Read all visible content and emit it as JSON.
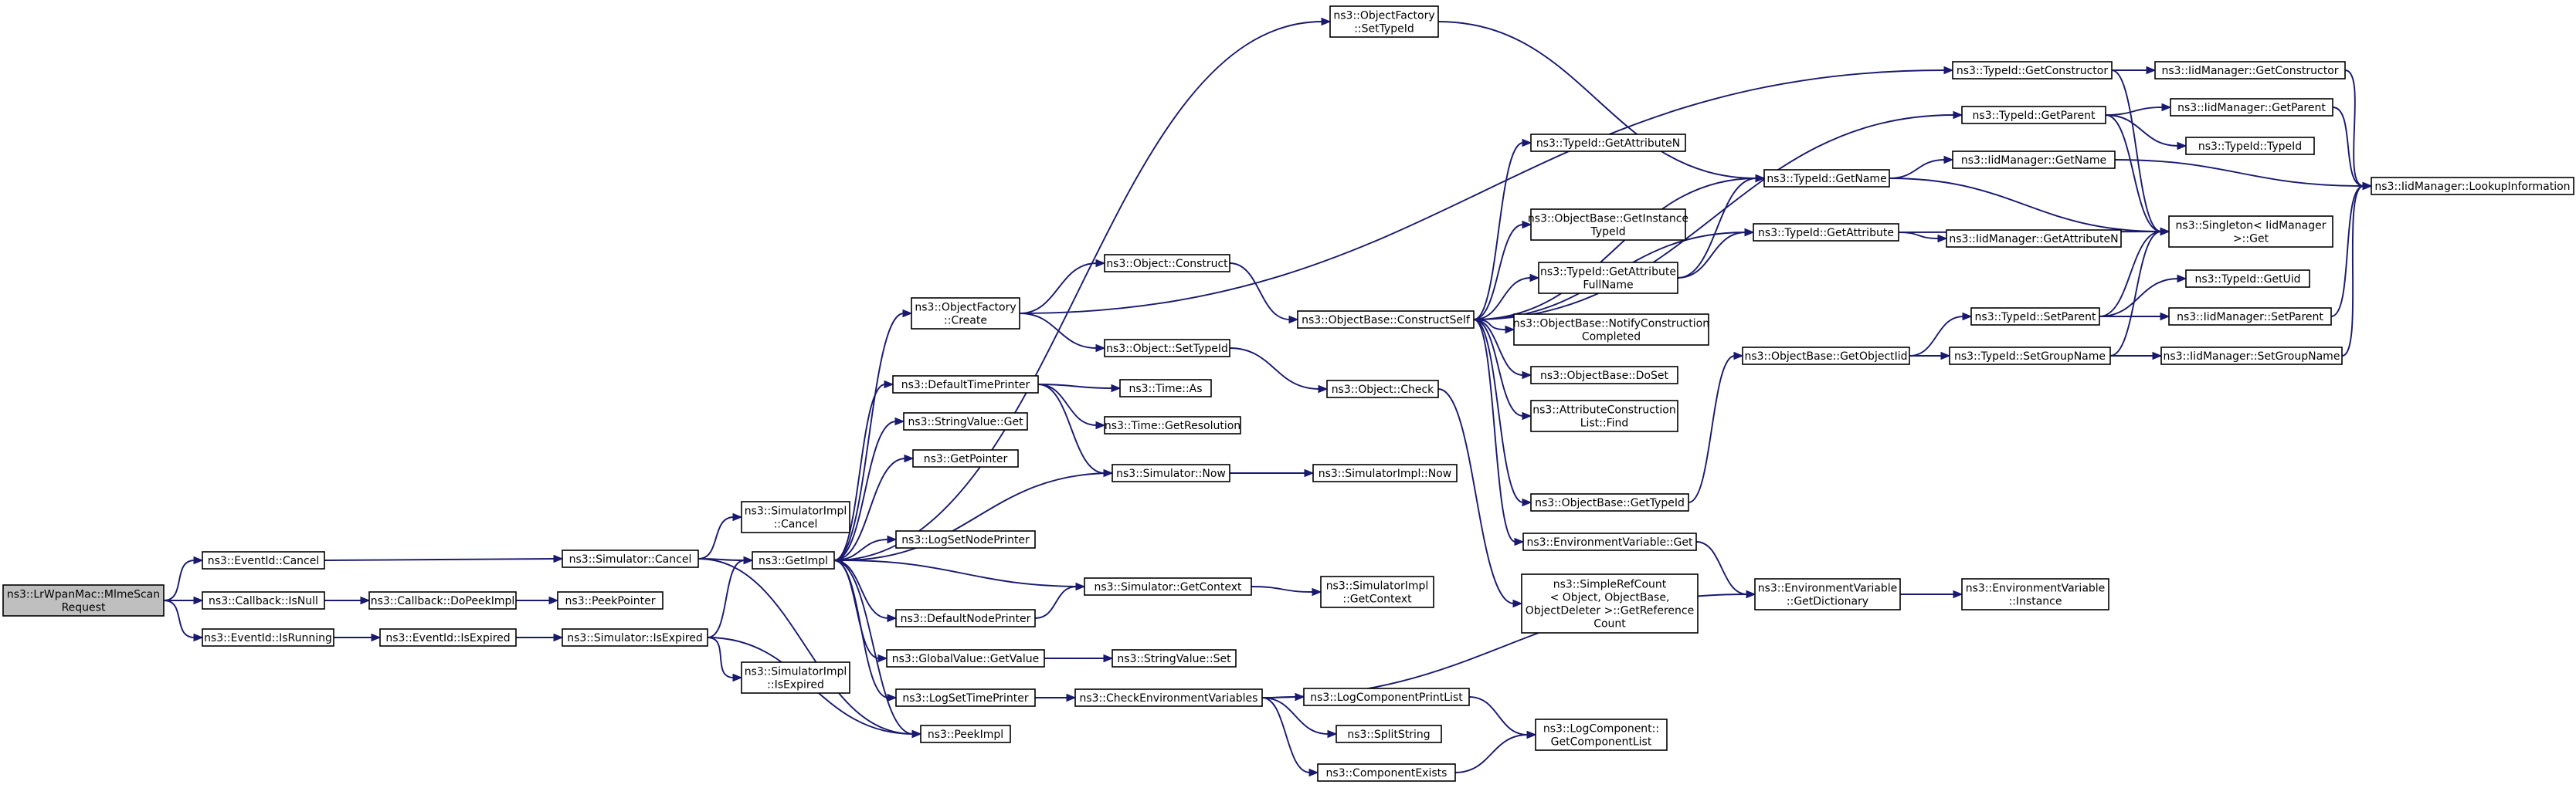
{
  "graph": {
    "nodes": [
      {
        "id": "mlme",
        "lines": [
          "ns3::LrWpanMac::MlmeScan",
          "Request"
        ],
        "highlight": true
      },
      {
        "id": "ev_cancel",
        "lines": [
          "ns3::EventId::Cancel"
        ]
      },
      {
        "id": "cb_isnull",
        "lines": [
          "ns3::Callback::IsNull"
        ]
      },
      {
        "id": "ev_isrunning",
        "lines": [
          "ns3::EventId::IsRunning"
        ]
      },
      {
        "id": "cb_dopeek",
        "lines": [
          "ns3::Callback::DoPeekImpl"
        ]
      },
      {
        "id": "ev_isexpired",
        "lines": [
          "ns3::EventId::IsExpired"
        ]
      },
      {
        "id": "peekpointer",
        "lines": [
          "ns3::PeekPointer"
        ]
      },
      {
        "id": "sim_cancel",
        "lines": [
          "ns3::Simulator::Cancel"
        ]
      },
      {
        "id": "sim_isexpired",
        "lines": [
          "ns3::Simulator::IsExpired"
        ]
      },
      {
        "id": "simimpl_cancel",
        "lines": [
          "ns3::SimulatorImpl",
          "::Cancel"
        ]
      },
      {
        "id": "simimpl_isexpired",
        "lines": [
          "ns3::SimulatorImpl",
          "::IsExpired"
        ]
      },
      {
        "id": "getimpl",
        "lines": [
          "ns3::GetImpl"
        ]
      },
      {
        "id": "peekimpl",
        "lines": [
          "ns3::PeekImpl"
        ]
      },
      {
        "id": "of_create",
        "lines": [
          "ns3::ObjectFactory",
          "::Create"
        ]
      },
      {
        "id": "defaulttimeprinter",
        "lines": [
          "ns3::DefaultTimePrinter"
        ]
      },
      {
        "id": "stringvalue_get",
        "lines": [
          "ns3::StringValue::Get"
        ]
      },
      {
        "id": "getpointer",
        "lines": [
          "ns3::GetPointer"
        ]
      },
      {
        "id": "logsetnodeprinter",
        "lines": [
          "ns3::LogSetNodePrinter"
        ]
      },
      {
        "id": "defaultnodeprinter",
        "lines": [
          "ns3::DefaultNodePrinter"
        ]
      },
      {
        "id": "globalvalue_getvalue",
        "lines": [
          "ns3::GlobalValue::GetValue"
        ]
      },
      {
        "id": "logsettimeprinter",
        "lines": [
          "ns3::LogSetTimePrinter"
        ]
      },
      {
        "id": "of_settypeid",
        "lines": [
          "ns3::ObjectFactory",
          "::SetTypeId"
        ]
      },
      {
        "id": "obj_construct",
        "lines": [
          "ns3::Object::Construct"
        ]
      },
      {
        "id": "obj_settypeid",
        "lines": [
          "ns3::Object::SetTypeId"
        ]
      },
      {
        "id": "time_as",
        "lines": [
          "ns3::Time::As"
        ]
      },
      {
        "id": "time_getres",
        "lines": [
          "ns3::Time::GetResolution"
        ]
      },
      {
        "id": "sim_now",
        "lines": [
          "ns3::Simulator::Now"
        ]
      },
      {
        "id": "sim_getcontext",
        "lines": [
          "ns3::Simulator::GetContext"
        ]
      },
      {
        "id": "stringvalue_set",
        "lines": [
          "ns3::StringValue::Set"
        ]
      },
      {
        "id": "checkenv",
        "lines": [
          "ns3::CheckEnvironmentVariables"
        ]
      },
      {
        "id": "simimpl_now",
        "lines": [
          "ns3::SimulatorImpl::Now"
        ]
      },
      {
        "id": "simimpl_getcontext",
        "lines": [
          "ns3::SimulatorImpl",
          "::GetContext"
        ]
      },
      {
        "id": "ob_constructself",
        "lines": [
          "ns3::ObjectBase::ConstructSelf"
        ]
      },
      {
        "id": "obj_check",
        "lines": [
          "ns3::Object::Check"
        ]
      },
      {
        "id": "typeid_getattributen",
        "lines": [
          "ns3::TypeId::GetAttributeN"
        ]
      },
      {
        "id": "ob_getinstancetypeid",
        "lines": [
          "ns3::ObjectBase::GetInstance",
          "TypeId"
        ]
      },
      {
        "id": "typeid_getattrfullname",
        "lines": [
          "ns3::TypeId::GetAttribute",
          "FullName"
        ]
      },
      {
        "id": "ob_notifyconstruction",
        "lines": [
          "ns3::ObjectBase::NotifyConstruction",
          "Completed"
        ]
      },
      {
        "id": "ob_doset",
        "lines": [
          "ns3::ObjectBase::DoSet"
        ]
      },
      {
        "id": "attrconstructionlist_find",
        "lines": [
          "ns3::AttributeConstruction",
          "List::Find"
        ]
      },
      {
        "id": "ob_gettypeid",
        "lines": [
          "ns3::ObjectBase::GetTypeId"
        ]
      },
      {
        "id": "envvar_get",
        "lines": [
          "ns3::EnvironmentVariable::Get"
        ]
      },
      {
        "id": "simplerefcount",
        "lines": [
          "ns3::SimpleRefCount",
          "< Object, ObjectBase,",
          "ObjectDeleter >::GetReference",
          "Count"
        ]
      },
      {
        "id": "logcomponentprintlist",
        "lines": [
          "ns3::LogComponentPrintList"
        ]
      },
      {
        "id": "splitstring",
        "lines": [
          "ns3::SplitString"
        ]
      },
      {
        "id": "componentexists",
        "lines": [
          "ns3::ComponentExists"
        ]
      },
      {
        "id": "typeid_getname",
        "lines": [
          "ns3::TypeId::GetName"
        ]
      },
      {
        "id": "typeid_getattribute",
        "lines": [
          "ns3::TypeId::GetAttribute"
        ]
      },
      {
        "id": "ob_getobjectiid",
        "lines": [
          "ns3::ObjectBase::GetObjectIid"
        ]
      },
      {
        "id": "envvar_getdict",
        "lines": [
          "ns3::EnvironmentVariable",
          "::GetDictionary"
        ]
      },
      {
        "id": "logcomponent_getlist",
        "lines": [
          "ns3::LogComponent::",
          "GetComponentList"
        ]
      },
      {
        "id": "typeid_getconstructor",
        "lines": [
          "ns3::TypeId::GetConstructor"
        ]
      },
      {
        "id": "typeid_getparent",
        "lines": [
          "ns3::TypeId::GetParent"
        ]
      },
      {
        "id": "iid_getname",
        "lines": [
          "ns3::IidManager::GetName"
        ]
      },
      {
        "id": "iid_getattributen",
        "lines": [
          "ns3::IidManager::GetAttributeN"
        ]
      },
      {
        "id": "typeid_setparent",
        "lines": [
          "ns3::TypeId::SetParent"
        ]
      },
      {
        "id": "typeid_setgroupname",
        "lines": [
          "ns3::TypeId::SetGroupName"
        ]
      },
      {
        "id": "envvar_instance",
        "lines": [
          "ns3::EnvironmentVariable",
          "::Instance"
        ]
      },
      {
        "id": "iid_getconstructor",
        "lines": [
          "ns3::IidManager::GetConstructor"
        ]
      },
      {
        "id": "iid_getparent",
        "lines": [
          "ns3::IidManager::GetParent"
        ]
      },
      {
        "id": "typeid_typeid",
        "lines": [
          "ns3::TypeId::TypeId"
        ]
      },
      {
        "id": "singleton_get",
        "lines": [
          "ns3::Singleton< IidManager",
          " >::Get"
        ]
      },
      {
        "id": "typeid_getuid",
        "lines": [
          "ns3::TypeId::GetUid"
        ]
      },
      {
        "id": "iid_setparent",
        "lines": [
          "ns3::IidManager::SetParent"
        ]
      },
      {
        "id": "iid_setgroupname",
        "lines": [
          "ns3::IidManager::SetGroupName"
        ]
      },
      {
        "id": "iid_lookupinfo",
        "lines": [
          "ns3::IidManager::LookupInformation"
        ]
      }
    ],
    "edges": [
      [
        "mlme",
        "ev_cancel"
      ],
      [
        "mlme",
        "cb_isnull"
      ],
      [
        "mlme",
        "ev_isrunning"
      ],
      [
        "ev_cancel",
        "sim_cancel"
      ],
      [
        "cb_isnull",
        "cb_dopeek"
      ],
      [
        "cb_dopeek",
        "peekpointer"
      ],
      [
        "ev_isrunning",
        "ev_isexpired"
      ],
      [
        "ev_isexpired",
        "sim_isexpired"
      ],
      [
        "sim_cancel",
        "simimpl_cancel"
      ],
      [
        "sim_cancel",
        "getimpl"
      ],
      [
        "sim_cancel",
        "peekimpl"
      ],
      [
        "sim_isexpired",
        "getimpl"
      ],
      [
        "sim_isexpired",
        "simimpl_isexpired"
      ],
      [
        "sim_isexpired",
        "peekimpl"
      ],
      [
        "getimpl",
        "of_create"
      ],
      [
        "getimpl",
        "defaulttimeprinter"
      ],
      [
        "getimpl",
        "stringvalue_get"
      ],
      [
        "getimpl",
        "getpointer"
      ],
      [
        "getimpl",
        "logsetnodeprinter"
      ],
      [
        "getimpl",
        "defaultnodeprinter"
      ],
      [
        "getimpl",
        "globalvalue_getvalue"
      ],
      [
        "getimpl",
        "logsettimeprinter"
      ],
      [
        "getimpl",
        "peekimpl"
      ],
      [
        "getimpl",
        "of_settypeid"
      ],
      [
        "sim_now",
        "getimpl"
      ],
      [
        "sim_getcontext",
        "getimpl"
      ],
      [
        "of_create",
        "obj_construct"
      ],
      [
        "of_create",
        "obj_settypeid"
      ],
      [
        "of_create",
        "typeid_getconstructor"
      ],
      [
        "defaulttimeprinter",
        "time_as"
      ],
      [
        "defaulttimeprinter",
        "time_getres"
      ],
      [
        "defaulttimeprinter",
        "sim_now"
      ],
      [
        "defaultnodeprinter",
        "sim_getcontext"
      ],
      [
        "globalvalue_getvalue",
        "stringvalue_set"
      ],
      [
        "logsettimeprinter",
        "checkenv"
      ],
      [
        "sim_now",
        "simimpl_now"
      ],
      [
        "sim_getcontext",
        "simimpl_getcontext"
      ],
      [
        "obj_construct",
        "ob_constructself"
      ],
      [
        "obj_settypeid",
        "obj_check"
      ],
      [
        "of_settypeid",
        "typeid_getname"
      ],
      [
        "ob_constructself",
        "typeid_getattributen"
      ],
      [
        "ob_constructself",
        "ob_getinstancetypeid"
      ],
      [
        "ob_constructself",
        "typeid_getattrfullname"
      ],
      [
        "ob_constructself",
        "ob_notifyconstruction"
      ],
      [
        "ob_constructself",
        "ob_doset"
      ],
      [
        "ob_constructself",
        "attrconstructionlist_find"
      ],
      [
        "ob_constructself",
        "ob_gettypeid"
      ],
      [
        "ob_constructself",
        "envvar_get"
      ],
      [
        "ob_constructself",
        "typeid_getname"
      ],
      [
        "ob_constructself",
        "typeid_getparent"
      ],
      [
        "ob_constructself",
        "typeid_getattribute"
      ],
      [
        "obj_check",
        "simplerefcount"
      ],
      [
        "checkenv",
        "logcomponentprintlist"
      ],
      [
        "checkenv",
        "splitstring"
      ],
      [
        "checkenv",
        "componentexists"
      ],
      [
        "checkenv",
        "envvar_getdict"
      ],
      [
        "logcomponentprintlist",
        "logcomponent_getlist"
      ],
      [
        "componentexists",
        "logcomponent_getlist"
      ],
      [
        "envvar_get",
        "envvar_getdict"
      ],
      [
        "envvar_getdict",
        "envvar_instance"
      ],
      [
        "typeid_getattrfullname",
        "typeid_getname"
      ],
      [
        "typeid_getattrfullname",
        "typeid_getattribute"
      ],
      [
        "ob_gettypeid",
        "ob_getobjectiid"
      ],
      [
        "ob_getobjectiid",
        "typeid_setparent"
      ],
      [
        "ob_getobjectiid",
        "typeid_setgroupname"
      ],
      [
        "typeid_getname",
        "iid_getname"
      ],
      [
        "typeid_getname",
        "singleton_get"
      ],
      [
        "typeid_getattribute",
        "iid_getattributen"
      ],
      [
        "typeid_getattribute",
        "singleton_get"
      ],
      [
        "typeid_getconstructor",
        "iid_getconstructor"
      ],
      [
        "typeid_getconstructor",
        "singleton_get"
      ],
      [
        "typeid_getparent",
        "iid_getparent"
      ],
      [
        "typeid_getparent",
        "typeid_typeid"
      ],
      [
        "typeid_getparent",
        "singleton_get"
      ],
      [
        "typeid_setparent",
        "typeid_getuid"
      ],
      [
        "typeid_setparent",
        "iid_setparent"
      ],
      [
        "typeid_setparent",
        "singleton_get"
      ],
      [
        "typeid_setgroupname",
        "iid_setgroupname"
      ],
      [
        "typeid_setgroupname",
        "singleton_get"
      ],
      [
        "iid_getname",
        "iid_lookupinfo"
      ],
      [
        "iid_getconstructor",
        "iid_lookupinfo"
      ],
      [
        "iid_getparent",
        "iid_lookupinfo"
      ],
      [
        "iid_setparent",
        "iid_lookupinfo"
      ],
      [
        "iid_setgroupname",
        "iid_lookupinfo"
      ]
    ]
  },
  "colors": {
    "edge": "#191970",
    "node_fill": "#ffffff",
    "node_border": "#000000",
    "highlight_fill": "#bfbfbf"
  }
}
